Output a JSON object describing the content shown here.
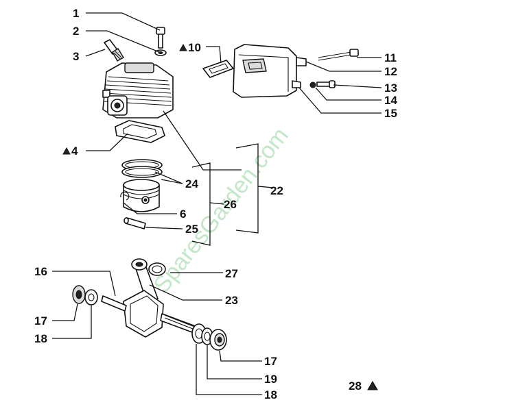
{
  "watermark": "SparesGarden.com",
  "callouts": [
    {
      "id": "c1",
      "text": "1",
      "marked": false
    },
    {
      "id": "c2",
      "text": "2",
      "marked": false
    },
    {
      "id": "c3",
      "text": "3",
      "marked": false
    },
    {
      "id": "c10",
      "text": "10",
      "marked": true
    },
    {
      "id": "c11",
      "text": "11",
      "marked": false
    },
    {
      "id": "c12",
      "text": "12",
      "marked": false
    },
    {
      "id": "c13",
      "text": "13",
      "marked": false
    },
    {
      "id": "c14",
      "text": "14",
      "marked": false
    },
    {
      "id": "c15",
      "text": "15",
      "marked": false
    },
    {
      "id": "c4",
      "text": "4",
      "marked": true
    },
    {
      "id": "c22",
      "text": "22",
      "marked": false
    },
    {
      "id": "c24",
      "text": "24",
      "marked": false
    },
    {
      "id": "c26",
      "text": "26",
      "marked": false
    },
    {
      "id": "c6",
      "text": "6",
      "marked": false
    },
    {
      "id": "c25",
      "text": "25",
      "marked": false
    },
    {
      "id": "c16",
      "text": "16",
      "marked": false
    },
    {
      "id": "c27",
      "text": "27",
      "marked": false
    },
    {
      "id": "c23",
      "text": "23",
      "marked": false
    },
    {
      "id": "c17a",
      "text": "17",
      "marked": false
    },
    {
      "id": "c18a",
      "text": "18",
      "marked": false
    },
    {
      "id": "c17b",
      "text": "17",
      "marked": false
    },
    {
      "id": "c19",
      "text": "19",
      "marked": false
    },
    {
      "id": "c18b",
      "text": "18",
      "marked": false
    },
    {
      "id": "c28",
      "text": "28",
      "marked": true
    }
  ]
}
